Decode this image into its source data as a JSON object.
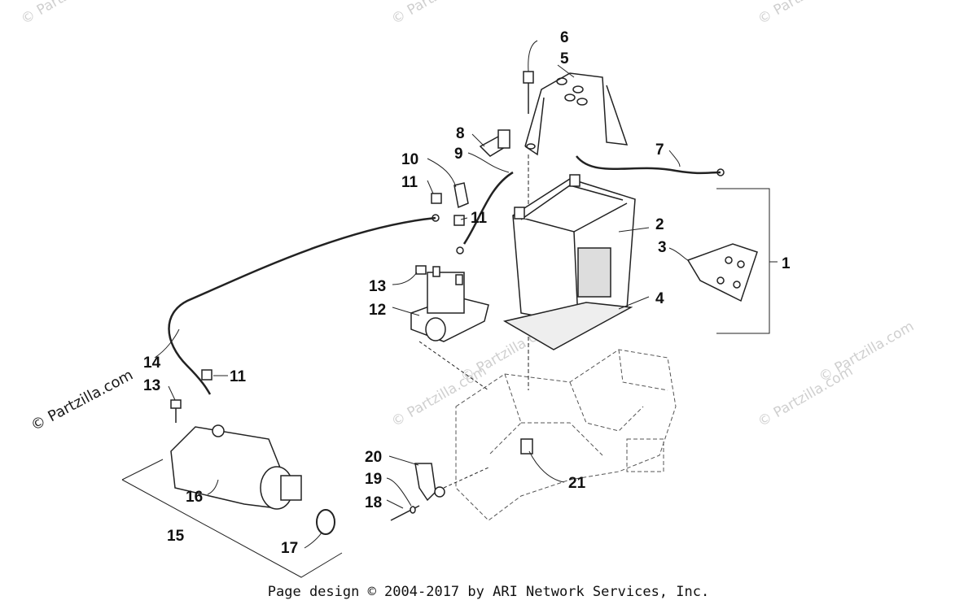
{
  "diagram": {
    "callouts": [
      "1",
      "2",
      "3",
      "4",
      "5",
      "6",
      "7",
      "8",
      "9",
      "10",
      "11",
      "12",
      "13",
      "14",
      "15",
      "16",
      "17",
      "18",
      "19",
      "20",
      "21"
    ],
    "callout_11_repeat": "11",
    "callout_13_repeat": "13",
    "watermark_text": "© Partzilla.com",
    "watermark_corner_text": "© Partzilla.com",
    "footer": "Page design © 2004-2017 by ARI Network Services, Inc."
  }
}
